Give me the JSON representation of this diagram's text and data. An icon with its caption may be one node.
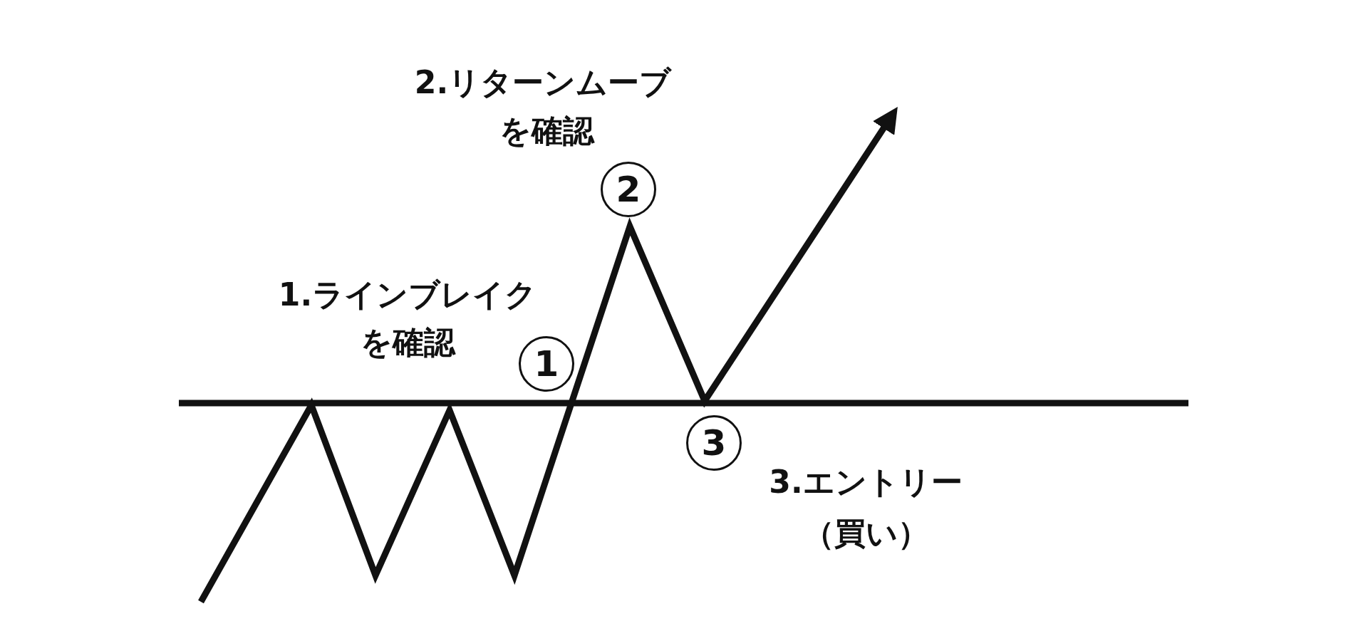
{
  "diagram": {
    "nodes": [
      {
        "text": [
          "1"
        ]
      },
      {
        "text": [
          "2"
        ]
      },
      {
        "text": [
          "3"
        ]
      }
    ],
    "labels": [
      "2.リターンムーブ",
      "を確認",
      "1.ラインブレイク",
      "を確認",
      "3.エントリー",
      "（買い）"
    ]
  }
}
